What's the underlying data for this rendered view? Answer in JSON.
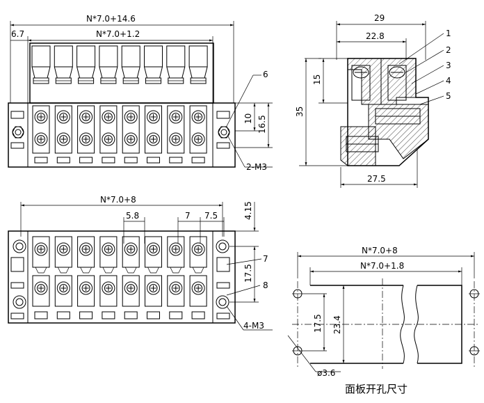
{
  "drawing": {
    "caption": "面板开孔尺寸",
    "front_view": {
      "overall_width": "N*7.0+14.6",
      "offset": "6.7",
      "inner_width": "N*7.0+1.2",
      "height_top": "10",
      "height_total": "16.5",
      "screw_note": "2-M3",
      "callout_6": "6"
    },
    "side_view": {
      "top_width": "29",
      "inner_width": "22.8",
      "height_upper": "15",
      "height_total": "35",
      "bottom_width": "27.5",
      "callouts": [
        "1",
        "2",
        "3",
        "4",
        "5"
      ]
    },
    "plan_view": {
      "overall_width": "N*7.0+8",
      "pitch_label_a": "5.8",
      "pitch_label_b": "7",
      "pitch_label_c": "7.5",
      "top_offset": "4.15",
      "height": "17.5",
      "screw_note": "4-M3",
      "callout_7": "7",
      "callout_8": "8"
    },
    "cutout_view": {
      "overall_width": "N*7.0+8",
      "inner_width": "N*7.0+1.8",
      "hole_spacing": "17.5",
      "opening_height": "23.4",
      "hole_diameter": "ø3.6"
    }
  }
}
